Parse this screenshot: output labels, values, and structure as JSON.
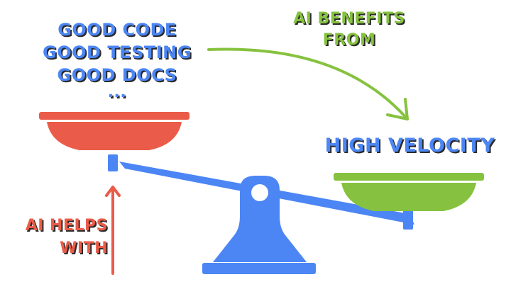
{
  "labels": {
    "good_lines": [
      "GOOD CODE",
      "GOOD TESTING",
      "GOOD DOCS",
      "..."
    ],
    "benefits_lines": [
      "AI BENEFITS",
      "FROM"
    ],
    "high_velocity": "HIGH VELOCITY",
    "helps_lines": [
      "AI HELPS",
      "WITH"
    ]
  },
  "colors": {
    "blue": "#4c86f4",
    "green": "#86c23f",
    "red": "#ea5c49",
    "outline": "#2b2b2b"
  },
  "icons": {
    "scale": "balance-scale",
    "arrow_up": "arrow-up-icon",
    "arrow_curved": "curved-arrow-icon"
  }
}
